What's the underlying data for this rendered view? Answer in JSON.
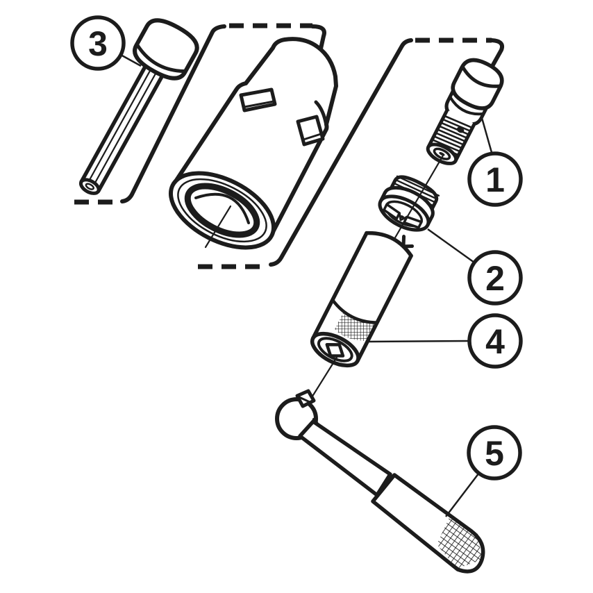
{
  "page": {
    "background": "#ffffff",
    "ink": "#1c1c1c"
  },
  "callouts": {
    "c1": {
      "label": "1"
    },
    "c2": {
      "label": "2"
    },
    "c3": {
      "label": "3"
    },
    "c4": {
      "label": "4"
    },
    "c5": {
      "label": "5"
    }
  }
}
